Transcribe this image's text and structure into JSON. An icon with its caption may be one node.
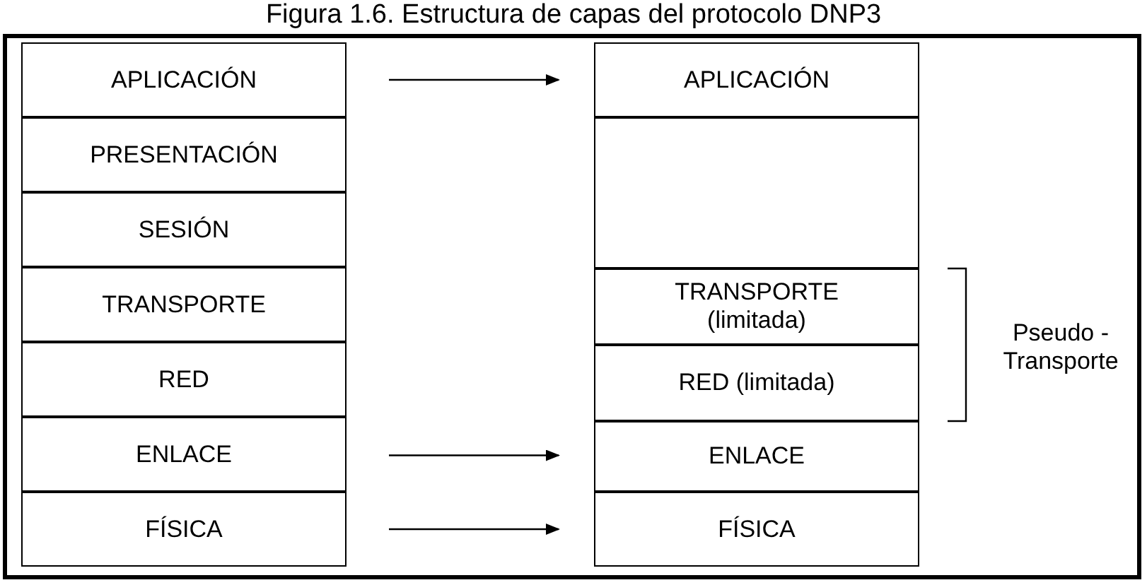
{
  "diagram": {
    "title": "Figura 1.6. Estructura de capas del protocolo DNP3",
    "nodes": [
      {
        "text": [
          "APLICACIÓN"
        ]
      },
      {
        "text": [
          "PRESENTACIÓN"
        ]
      },
      {
        "text": [
          "SESIÓN"
        ]
      },
      {
        "text": [
          "TRANSPORTE"
        ]
      },
      {
        "text": [
          "RED"
        ]
      },
      {
        "text": [
          "ENLACE"
        ]
      },
      {
        "text": [
          "FÍSICA"
        ]
      },
      {
        "text": [
          "APLICACIÓN"
        ]
      },
      {
        "text": [],
        "shape": "box"
      },
      {
        "text": [
          "TRANSPORTE (limitada)"
        ]
      },
      {
        "text": [
          "RED (limitada)"
        ]
      },
      {
        "text": [
          "ENLACE"
        ]
      },
      {
        "text": [
          "FÍSICA"
        ]
      }
    ],
    "edges": [
      {
        "from": 0,
        "to": 7,
        "arrow": "to"
      },
      {
        "from": 5,
        "to": 11,
        "arrow": "to"
      },
      {
        "from": 6,
        "to": 12,
        "arrow": "to"
      }
    ],
    "labels": [
      "Pseudo - Transporte"
    ]
  }
}
